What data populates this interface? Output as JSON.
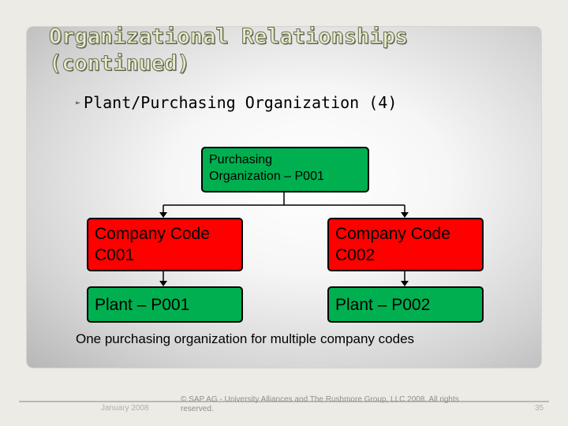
{
  "slide": {
    "title_line1": "Organizational Relationships",
    "title_line2": "(continued)",
    "bullet": "Plant/Purchasing Organization (4)",
    "bullet_icon": "pointer-arrow-icon"
  },
  "diagram": {
    "purchasing_org": {
      "line1": "Purchasing",
      "line2": "Organization – P001"
    },
    "company_codes": [
      {
        "line1": "Company Code",
        "line2": "C001"
      },
      {
        "line1": "Company Code",
        "line2": "C002"
      }
    ],
    "plants": [
      "Plant – P001",
      "Plant – P002"
    ],
    "colors": {
      "plant_green": "#00b050",
      "company_red": "#ff0000"
    }
  },
  "caption": "One purchasing organization for multiple company codes",
  "footer": {
    "date": "January 2008",
    "copyright": "© SAP AG - University Alliances and The Rushmore Group, LLC 2008. All rights reserved.",
    "page": "35"
  }
}
